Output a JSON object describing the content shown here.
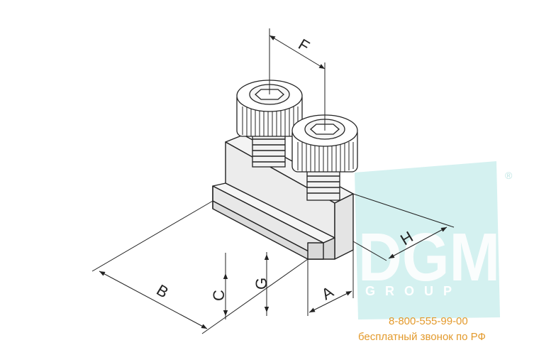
{
  "dimensions": {
    "F": "F",
    "H": "H",
    "B": "B",
    "C": "C",
    "G": "G",
    "A": "A"
  },
  "watermark": {
    "brand": "DGM",
    "sub": "GROUP",
    "registered": "®",
    "color": "#bfe6e4"
  },
  "contact": {
    "phone": "8-800-555-99-00",
    "note": "бесплатный звонок по РФ",
    "color": "#e39a2c"
  }
}
